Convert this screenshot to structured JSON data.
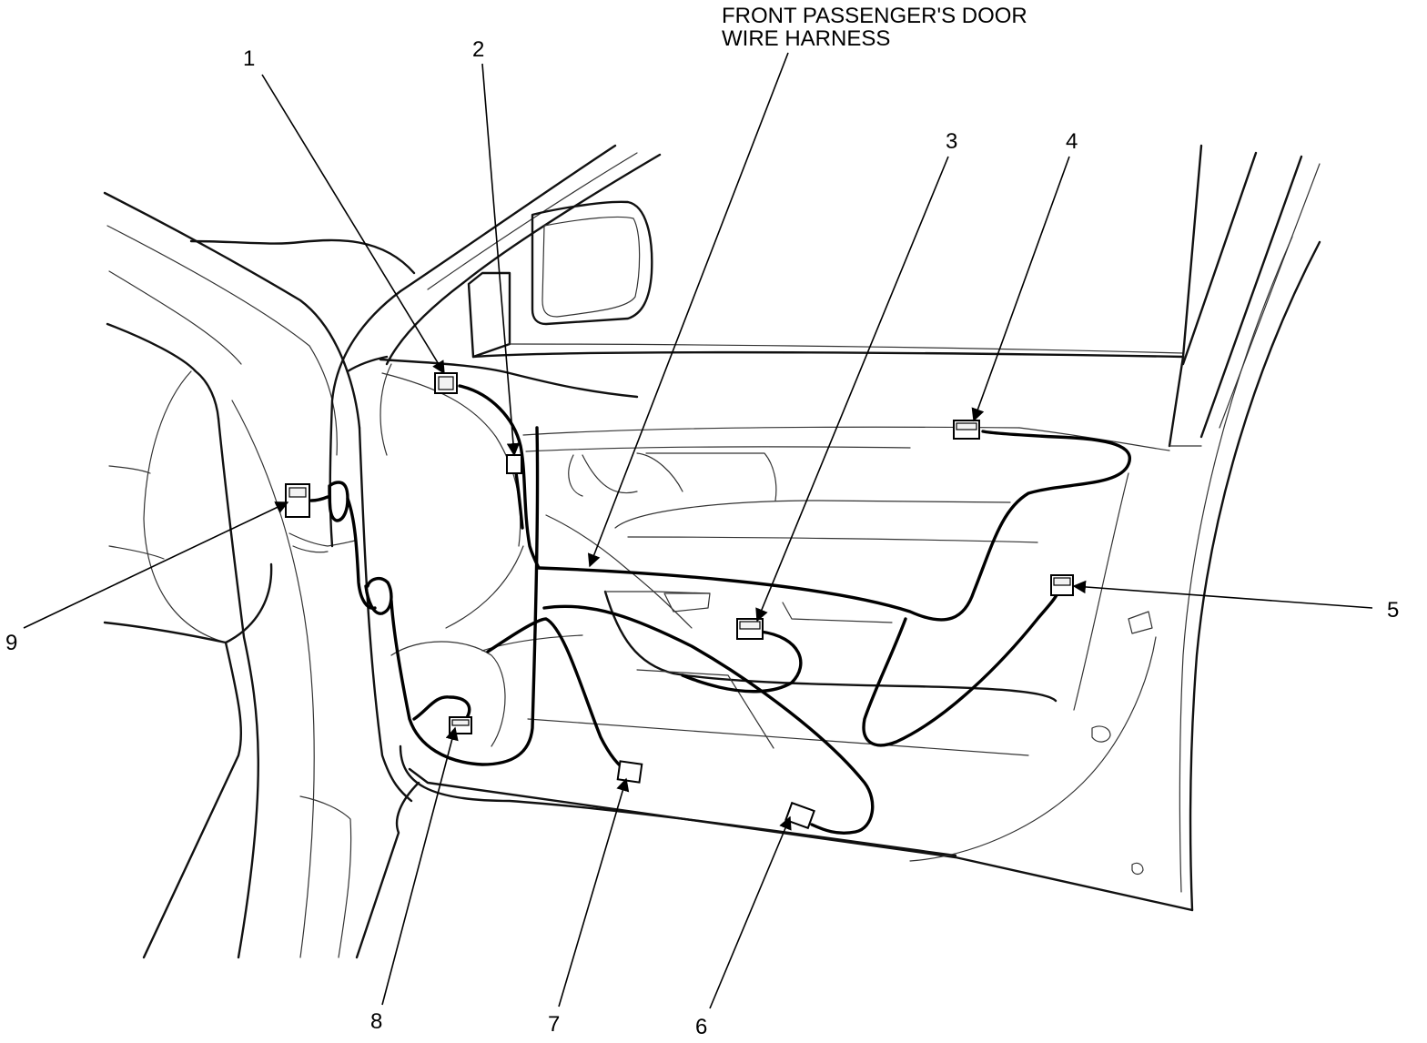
{
  "harness_label": {
    "line1": "FRONT PASSENGER'S DOOR",
    "line2": "WIRE HARNESS"
  },
  "callouts": [
    "1",
    "2",
    "3",
    "4",
    "5",
    "6",
    "7",
    "8",
    "9"
  ]
}
